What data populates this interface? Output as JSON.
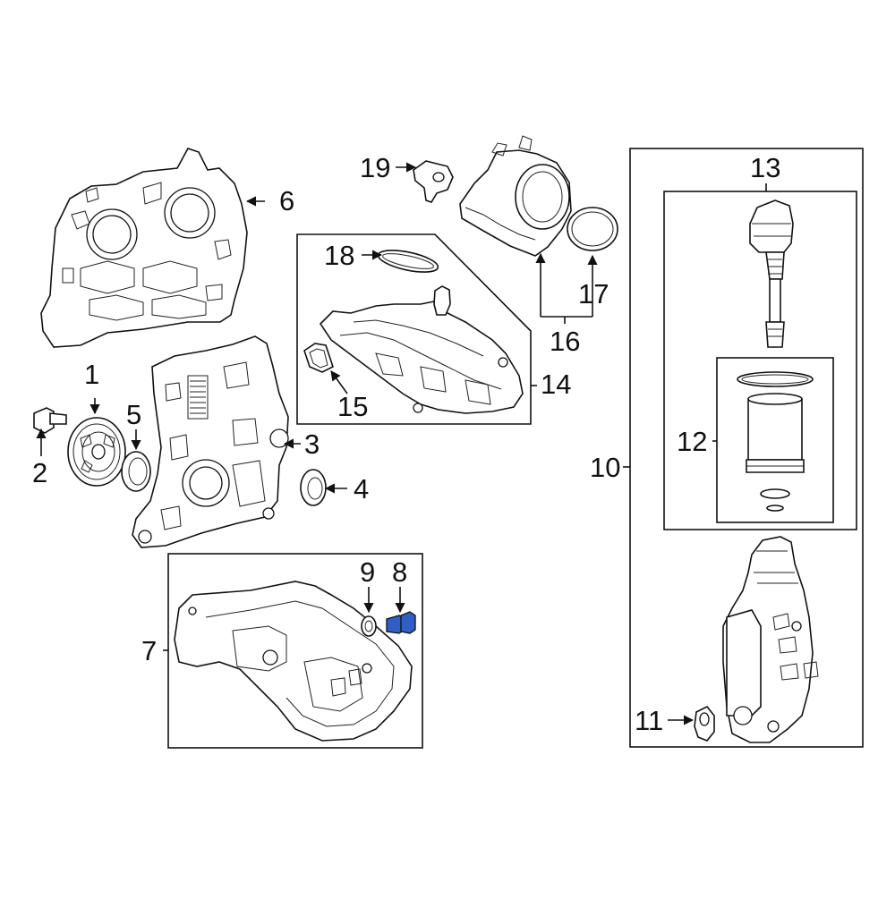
{
  "diagram": {
    "callouts": {
      "c1": "1",
      "c2": "2",
      "c3": "3",
      "c4": "4",
      "c5": "5",
      "c6": "6",
      "c7": "7",
      "c8": "8",
      "c9": "9",
      "c10": "10",
      "c11": "11",
      "c12": "12",
      "c13": "13",
      "c14": "14",
      "c15": "15",
      "c16": "16",
      "c17": "17",
      "c18": "18",
      "c19": "19"
    },
    "colors": {
      "line": "#111111",
      "highlight_part": "#2f5fc4",
      "background": "#ffffff"
    }
  }
}
